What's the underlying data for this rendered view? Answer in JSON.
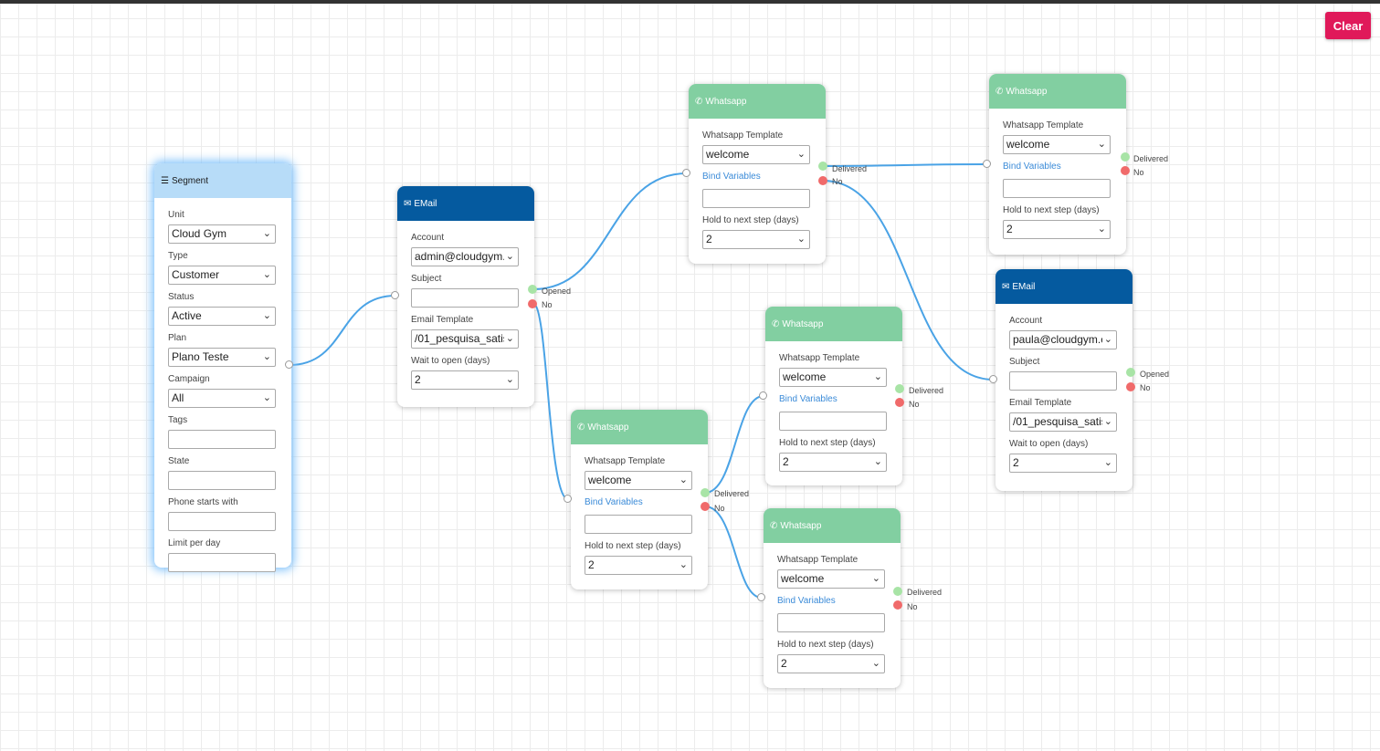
{
  "toolbar": {
    "clear_label": "Clear"
  },
  "segment": {
    "title": "Segment",
    "unit_label": "Unit",
    "unit_value": "Cloud Gym",
    "type_label": "Type",
    "type_value": "Customer",
    "status_label": "Status",
    "status_value": "Active",
    "plan_label": "Plan",
    "plan_value": "Plano Teste",
    "campaign_label": "Campaign",
    "campaign_value": "All",
    "tags_label": "Tags",
    "state_label": "State",
    "phone_label": "Phone starts with",
    "limit_label": "Limit per day"
  },
  "email1": {
    "title": "EMail",
    "account_label": "Account",
    "account_value": "admin@cloudgym.",
    "subject_label": "Subject",
    "template_label": "Email Template",
    "template_value": "/01_pesquisa_satis",
    "wait_label": "Wait to open (days)",
    "wait_value": "2",
    "opened_label": "Opened",
    "no_label": "No"
  },
  "email2": {
    "title": "EMail",
    "account_label": "Account",
    "account_value": "paula@cloudgym.c",
    "subject_label": "Subject",
    "template_label": "Email Template",
    "template_value": "/01_pesquisa_satis",
    "wait_label": "Wait to open (days)",
    "wait_value": "2",
    "opened_label": "Opened",
    "no_label": "No"
  },
  "whatsapp_common": {
    "title": "Whatsapp",
    "template_label": "Whatsapp Template",
    "template_value": "welcome",
    "bind_label": "Bind Variables",
    "hold_label": "Hold to next step (days)",
    "hold_value": "2",
    "delivered_label": "Delivered",
    "no_label": "No"
  }
}
